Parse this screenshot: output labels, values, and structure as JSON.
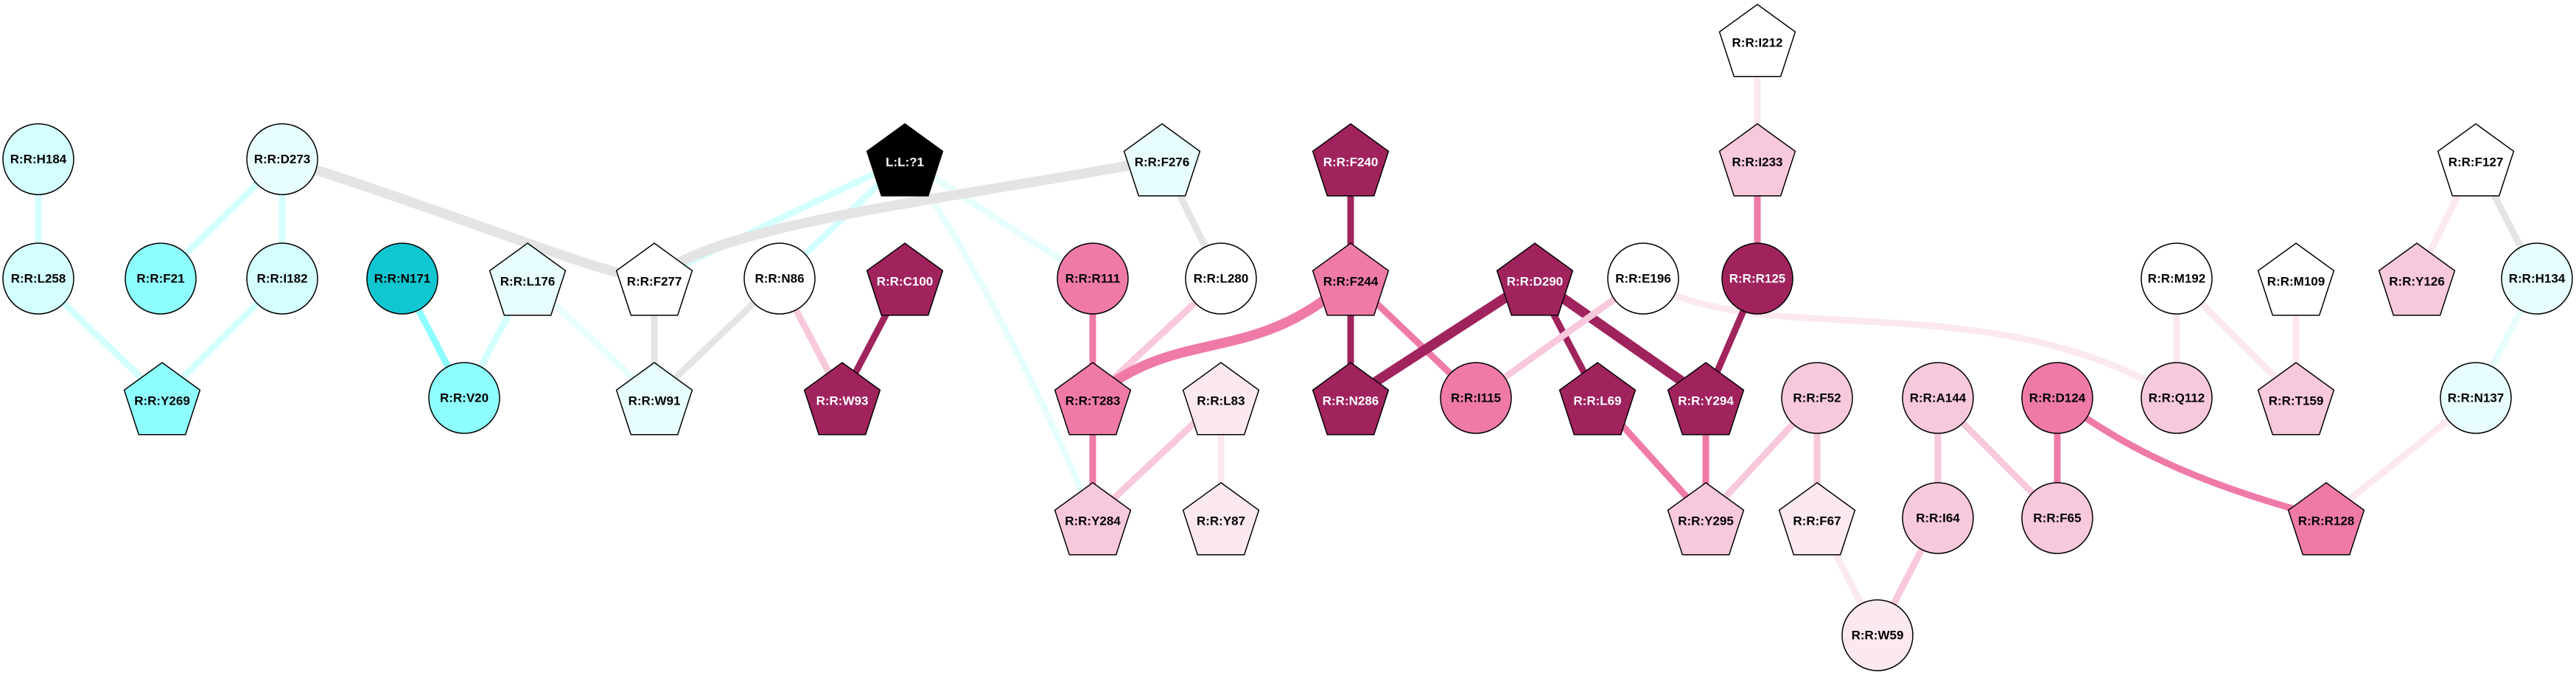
{
  "colors": {
    "white": "#ffffff",
    "cyan_pale": "#e8fefe",
    "cyan_light": "#d4ffff",
    "cyan": "#8effff",
    "cyan_dark": "#10c6d0",
    "black": "#000000",
    "pink_pale": "#fbe8f0",
    "pink_light": "#f8c8dc",
    "pink_mid": "#ef7aa8",
    "pink_dark": "#a0235e",
    "gray": "#e4e4e4"
  },
  "nodes": [
    {
      "id": "H184",
      "label": "R:R:H184",
      "shape": "circle",
      "fill": "cyan_light"
    },
    {
      "id": "L258",
      "label": "R:R:L258",
      "shape": "circle",
      "fill": "cyan_light"
    },
    {
      "id": "F21",
      "label": "R:R:F21",
      "shape": "circle",
      "fill": "cyan"
    },
    {
      "id": "D273",
      "label": "R:R:D273",
      "shape": "circle",
      "fill": "cyan_pale"
    },
    {
      "id": "I182",
      "label": "R:R:I182",
      "shape": "circle",
      "fill": "cyan_light"
    },
    {
      "id": "Y269",
      "label": "R:R:Y269",
      "shape": "pentagon",
      "fill": "cyan"
    },
    {
      "id": "N171",
      "label": "R:R:N171",
      "shape": "circle",
      "fill": "cyan_dark"
    },
    {
      "id": "V20",
      "label": "R:R:V20",
      "shape": "circle",
      "fill": "cyan"
    },
    {
      "id": "L176",
      "label": "R:R:L176",
      "shape": "pentagon",
      "fill": "cyan_pale"
    },
    {
      "id": "F277",
      "label": "R:R:F277",
      "shape": "pentagon",
      "fill": "white"
    },
    {
      "id": "W91",
      "label": "R:R:W91",
      "shape": "pentagon",
      "fill": "cyan_pale"
    },
    {
      "id": "N86",
      "label": "R:R:N86",
      "shape": "circle",
      "fill": "white"
    },
    {
      "id": "C100",
      "label": "R:R:C100",
      "shape": "pentagon",
      "fill": "pink_dark"
    },
    {
      "id": "W93",
      "label": "R:R:W93",
      "shape": "pentagon",
      "fill": "pink_dark"
    },
    {
      "id": "L1",
      "label": "L:L:?1",
      "shape": "pentagon",
      "fill": "black"
    },
    {
      "id": "F276",
      "label": "R:R:F276",
      "shape": "pentagon",
      "fill": "cyan_pale"
    },
    {
      "id": "R111",
      "label": "R:R:R111",
      "shape": "circle",
      "fill": "pink_mid"
    },
    {
      "id": "L280",
      "label": "R:R:L280",
      "shape": "circle",
      "fill": "white"
    },
    {
      "id": "T283",
      "label": "R:R:T283",
      "shape": "pentagon",
      "fill": "pink_mid"
    },
    {
      "id": "Y284",
      "label": "R:R:Y284",
      "shape": "pentagon",
      "fill": "pink_light"
    },
    {
      "id": "L83",
      "label": "R:R:L83",
      "shape": "pentagon",
      "fill": "pink_pale"
    },
    {
      "id": "Y87",
      "label": "R:R:Y87",
      "shape": "pentagon",
      "fill": "pink_pale"
    },
    {
      "id": "F240",
      "label": "R:R:F240",
      "shape": "pentagon",
      "fill": "pink_dark"
    },
    {
      "id": "F244",
      "label": "R:R:F244",
      "shape": "pentagon",
      "fill": "pink_mid"
    },
    {
      "id": "N286",
      "label": "R:R:N286",
      "shape": "pentagon",
      "fill": "pink_dark"
    },
    {
      "id": "I115",
      "label": "R:R:I115",
      "shape": "circle",
      "fill": "pink_mid"
    },
    {
      "id": "D290",
      "label": "R:R:D290",
      "shape": "pentagon",
      "fill": "pink_dark"
    },
    {
      "id": "L69",
      "label": "R:R:L69",
      "shape": "pentagon",
      "fill": "pink_dark"
    },
    {
      "id": "E196",
      "label": "R:R:E196",
      "shape": "circle",
      "fill": "white"
    },
    {
      "id": "Y294",
      "label": "R:R:Y294",
      "shape": "pentagon",
      "fill": "pink_dark"
    },
    {
      "id": "Y295",
      "label": "R:R:Y295",
      "shape": "pentagon",
      "fill": "pink_light"
    },
    {
      "id": "I212",
      "label": "R:R:I212",
      "shape": "pentagon",
      "fill": "white"
    },
    {
      "id": "I233",
      "label": "R:R:I233",
      "shape": "pentagon",
      "fill": "pink_light"
    },
    {
      "id": "R125",
      "label": "R:R:R125",
      "shape": "circle",
      "fill": "pink_dark"
    },
    {
      "id": "F52",
      "label": "R:R:F52",
      "shape": "circle",
      "fill": "pink_light"
    },
    {
      "id": "F67",
      "label": "R:R:F67",
      "shape": "pentagon",
      "fill": "pink_pale"
    },
    {
      "id": "A144",
      "label": "R:R:A144",
      "shape": "circle",
      "fill": "pink_light"
    },
    {
      "id": "I64",
      "label": "R:R:I64",
      "shape": "circle",
      "fill": "pink_light"
    },
    {
      "id": "W59",
      "label": "R:R:W59",
      "shape": "circle",
      "fill": "pink_pale"
    },
    {
      "id": "D124",
      "label": "R:R:D124",
      "shape": "circle",
      "fill": "pink_mid"
    },
    {
      "id": "F65",
      "label": "R:R:F65",
      "shape": "circle",
      "fill": "pink_light"
    },
    {
      "id": "M192",
      "label": "R:R:M192",
      "shape": "circle",
      "fill": "white"
    },
    {
      "id": "Q112",
      "label": "R:R:Q112",
      "shape": "circle",
      "fill": "pink_light"
    },
    {
      "id": "M109",
      "label": "R:R:M109",
      "shape": "pentagon",
      "fill": "white"
    },
    {
      "id": "T159",
      "label": "R:R:T159",
      "shape": "pentagon",
      "fill": "pink_light"
    },
    {
      "id": "R128",
      "label": "R:R:R128",
      "shape": "pentagon",
      "fill": "pink_mid"
    },
    {
      "id": "F127",
      "label": "R:R:F127",
      "shape": "pentagon",
      "fill": "white"
    },
    {
      "id": "Y126",
      "label": "R:R:Y126",
      "shape": "pentagon",
      "fill": "pink_light"
    },
    {
      "id": "H134",
      "label": "R:R:H134",
      "shape": "circle",
      "fill": "cyan_pale"
    },
    {
      "id": "N137",
      "label": "R:R:N137",
      "shape": "circle",
      "fill": "cyan_pale"
    }
  ],
  "edges": [
    {
      "from": "H184",
      "to": "L258",
      "color": "cyan_light",
      "weight": 2
    },
    {
      "from": "D273",
      "to": "F21",
      "color": "cyan_light",
      "weight": 2
    },
    {
      "from": "D273",
      "to": "I182",
      "color": "cyan_light",
      "weight": 2
    },
    {
      "from": "D273",
      "to": "F277",
      "color": "gray",
      "weight": 3
    },
    {
      "from": "L258",
      "to": "Y269",
      "color": "cyan_light",
      "weight": 2
    },
    {
      "from": "I182",
      "to": "Y269",
      "color": "cyan_light",
      "weight": 2
    },
    {
      "from": "N171",
      "to": "V20",
      "color": "cyan",
      "weight": 2
    },
    {
      "from": "L176",
      "to": "V20",
      "color": "cyan_light",
      "weight": 2
    },
    {
      "from": "L176",
      "to": "W91",
      "color": "cyan_pale",
      "weight": 2
    },
    {
      "from": "F277",
      "to": "W91",
      "color": "gray",
      "weight": 2
    },
    {
      "from": "N86",
      "to": "W91",
      "color": "gray",
      "weight": 2
    },
    {
      "from": "N86",
      "to": "W93",
      "color": "pink_light",
      "weight": 2
    },
    {
      "from": "C100",
      "to": "W93",
      "color": "pink_dark",
      "weight": 2
    },
    {
      "from": "L1",
      "to": "F277",
      "color": "cyan_light",
      "weight": 2
    },
    {
      "from": "L1",
      "to": "N86",
      "color": "cyan_light",
      "weight": 2
    },
    {
      "from": "L1",
      "to": "R111",
      "color": "cyan_pale",
      "weight": 2
    },
    {
      "from": "L1",
      "to": "Y284",
      "color": "cyan_pale",
      "weight": 2
    },
    {
      "from": "F276",
      "to": "F277",
      "color": "gray",
      "weight": 3
    },
    {
      "from": "F276",
      "to": "L280",
      "color": "gray",
      "weight": 2
    },
    {
      "from": "R111",
      "to": "T283",
      "color": "pink_mid",
      "weight": 2
    },
    {
      "from": "L280",
      "to": "T283",
      "color": "pink_light",
      "weight": 2
    },
    {
      "from": "F244",
      "to": "T283",
      "color": "pink_mid",
      "weight": 3
    },
    {
      "from": "T283",
      "to": "Y284",
      "color": "pink_mid",
      "weight": 2
    },
    {
      "from": "L83",
      "to": "Y284",
      "color": "pink_light",
      "weight": 2
    },
    {
      "from": "L83",
      "to": "Y87",
      "color": "pink_pale",
      "weight": 2
    },
    {
      "from": "F240",
      "to": "F244",
      "color": "pink_dark",
      "weight": 2
    },
    {
      "from": "F244",
      "to": "N286",
      "color": "pink_dark",
      "weight": 2
    },
    {
      "from": "F244",
      "to": "I115",
      "color": "pink_mid",
      "weight": 2
    },
    {
      "from": "D290",
      "to": "N286",
      "color": "pink_dark",
      "weight": 3
    },
    {
      "from": "D290",
      "to": "L69",
      "color": "pink_dark",
      "weight": 2
    },
    {
      "from": "D290",
      "to": "Y294",
      "color": "pink_dark",
      "weight": 3
    },
    {
      "from": "E196",
      "to": "I115",
      "color": "pink_light",
      "weight": 2
    },
    {
      "from": "E196",
      "to": "Q112",
      "color": "pink_pale",
      "weight": 2
    },
    {
      "from": "R125",
      "to": "Y294",
      "color": "pink_dark",
      "weight": 2
    },
    {
      "from": "I212",
      "to": "I233",
      "color": "pink_pale",
      "weight": 2
    },
    {
      "from": "I233",
      "to": "R125",
      "color": "pink_mid",
      "weight": 2
    },
    {
      "from": "L69",
      "to": "Y295",
      "color": "pink_mid",
      "weight": 2
    },
    {
      "from": "Y294",
      "to": "Y295",
      "color": "pink_mid",
      "weight": 2
    },
    {
      "from": "F52",
      "to": "Y295",
      "color": "pink_light",
      "weight": 2
    },
    {
      "from": "F52",
      "to": "F67",
      "color": "pink_light",
      "weight": 2
    },
    {
      "from": "F67",
      "to": "W59",
      "color": "pink_pale",
      "weight": 2
    },
    {
      "from": "A144",
      "to": "I64",
      "color": "pink_light",
      "weight": 2
    },
    {
      "from": "A144",
      "to": "F65",
      "color": "pink_light",
      "weight": 2
    },
    {
      "from": "I64",
      "to": "W59",
      "color": "pink_light",
      "weight": 2
    },
    {
      "from": "D124",
      "to": "F65",
      "color": "pink_mid",
      "weight": 2
    },
    {
      "from": "D124",
      "to": "R128",
      "color": "pink_mid",
      "weight": 2
    },
    {
      "from": "M192",
      "to": "Q112",
      "color": "pink_pale",
      "weight": 2
    },
    {
      "from": "M192",
      "to": "T159",
      "color": "pink_pale",
      "weight": 2
    },
    {
      "from": "M109",
      "to": "T159",
      "color": "pink_pale",
      "weight": 2
    },
    {
      "from": "F127",
      "to": "Y126",
      "color": "pink_pale",
      "weight": 2
    },
    {
      "from": "F127",
      "to": "H134",
      "color": "gray",
      "weight": 2
    },
    {
      "from": "H134",
      "to": "N137",
      "color": "cyan_pale",
      "weight": 2
    },
    {
      "from": "N137",
      "to": "R128",
      "color": "pink_pale",
      "weight": 2
    }
  ]
}
